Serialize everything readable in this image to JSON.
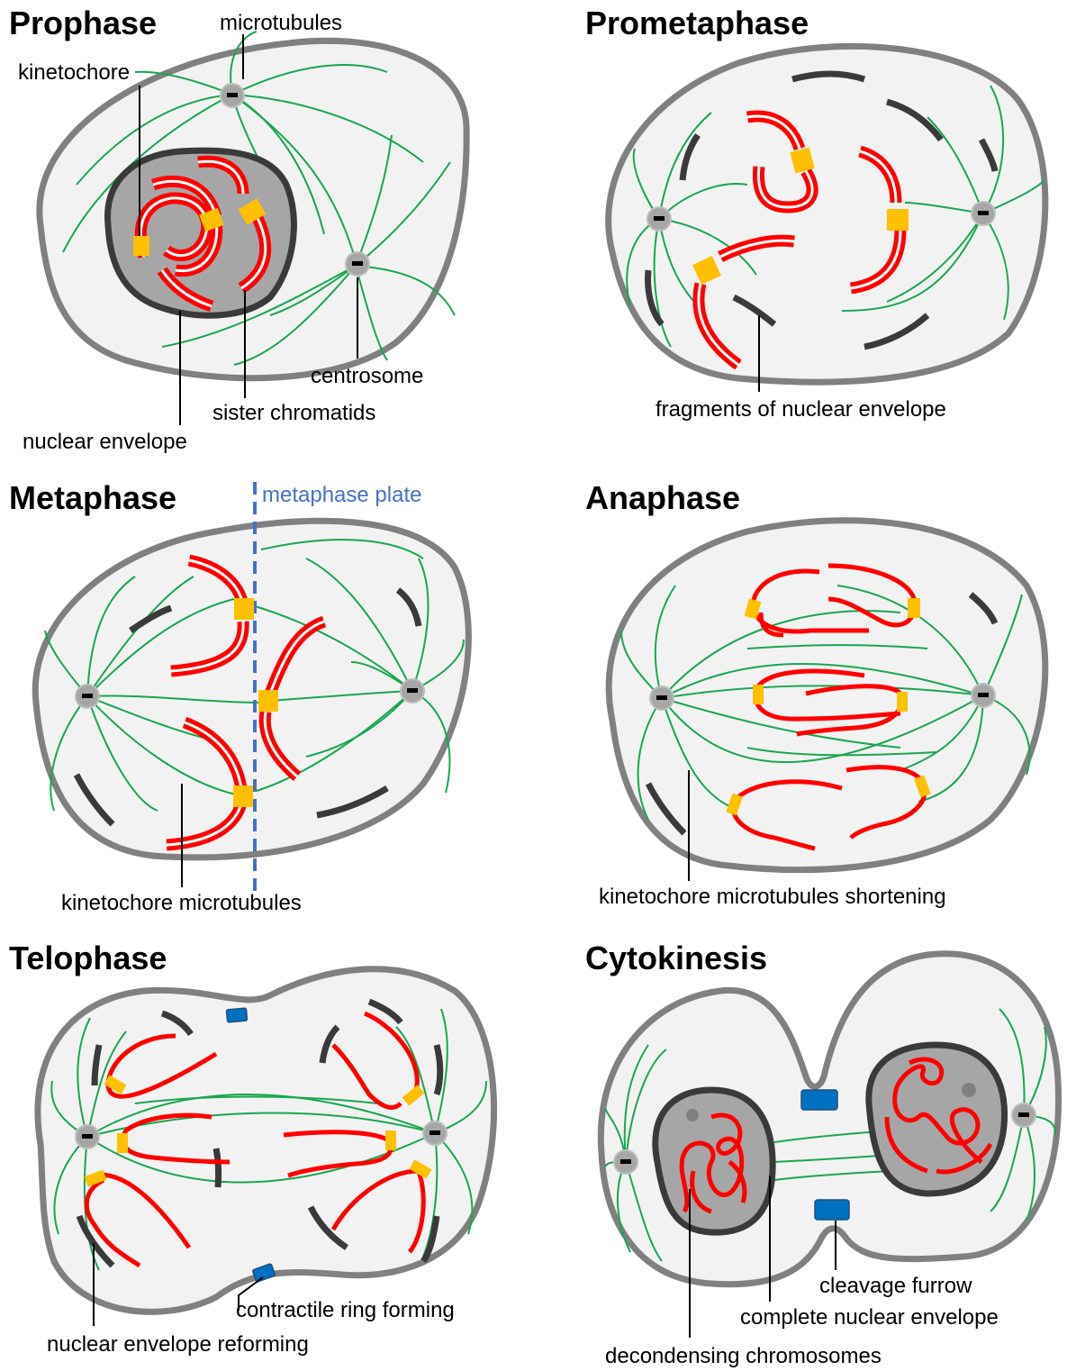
{
  "panels": {
    "prophase": {
      "title": "Prophase",
      "labels": {
        "microtubules": "microtubules",
        "kinetochore": "kinetochore",
        "centrosome": "centrosome",
        "sister_chromatids": "sister chromatids",
        "nuclear_envelope": "nuclear envelope"
      }
    },
    "prometaphase": {
      "title": "Prometaphase",
      "labels": {
        "fragments": "fragments of nuclear envelope"
      }
    },
    "metaphase": {
      "title": "Metaphase",
      "labels": {
        "plate": "metaphase plate",
        "kinetochore_microtubules": "kinetochore microtubules"
      }
    },
    "anaphase": {
      "title": "Anaphase",
      "labels": {
        "shortening": "kinetochore microtubules shortening"
      }
    },
    "telophase": {
      "title": "Telophase",
      "labels": {
        "contractile_ring": "contractile ring forming",
        "envelope_reforming": "nuclear envelope reforming"
      }
    },
    "cytokinesis": {
      "title": "Cytokinesis",
      "labels": {
        "cleavage_furrow": "cleavage furrow",
        "complete_envelope": "complete nuclear envelope",
        "decondensing": "decondensing chromosomes"
      }
    }
  },
  "colors": {
    "chromosome": "#ff0000",
    "kinetochore": "#ffc000",
    "microtubule": "#1aa650",
    "envelope": "#3a3a3a",
    "cell_membrane": "#808080",
    "cytoplasm": "#f2f2f2",
    "contractile_ring": "#0070c0",
    "metaphase_plate": "#4472c4"
  }
}
